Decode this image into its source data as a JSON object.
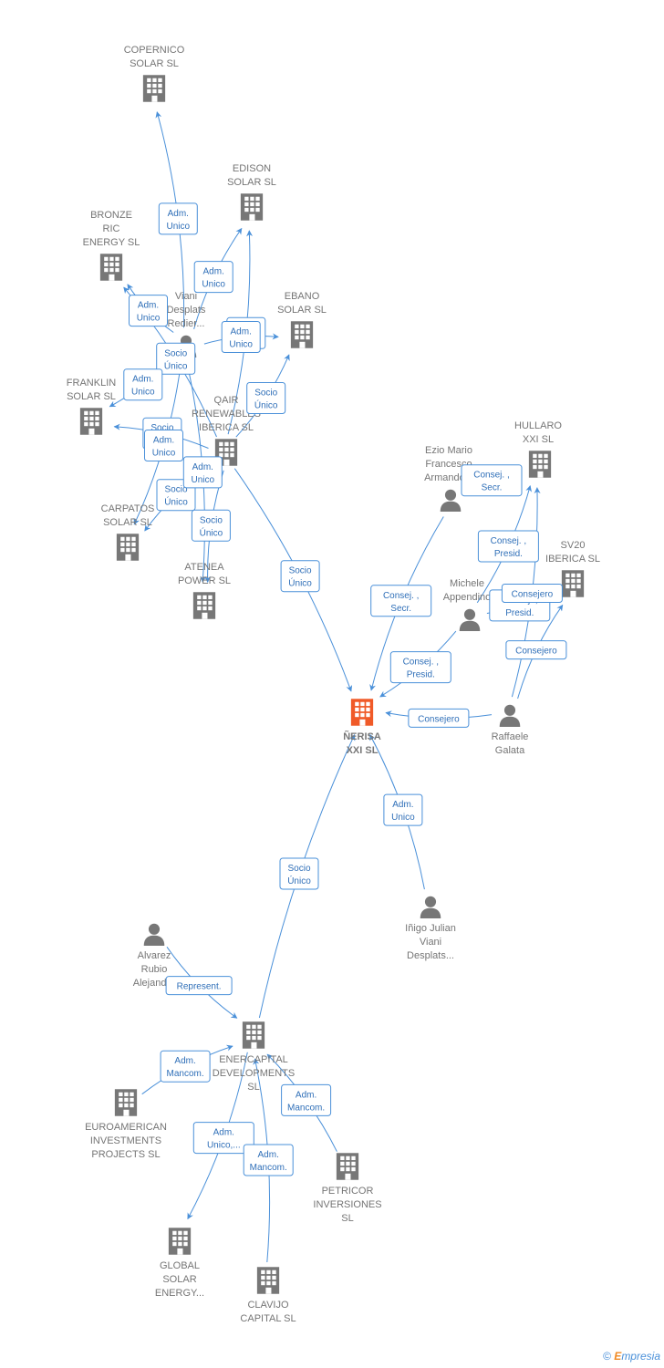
{
  "colors": {
    "edge": "#4a90d9",
    "company": "#777777",
    "central_company": "#f05a28",
    "person": "#777777",
    "label_text": "#757575"
  },
  "brand": {
    "copyright": "©",
    "initial": "E",
    "name": "mpresia"
  },
  "nodes": [
    {
      "id": "copernico",
      "type": "company",
      "lines": [
        "COPERNICO",
        "SOLAR  SL"
      ]
    },
    {
      "id": "edison",
      "type": "company",
      "lines": [
        "EDISON",
        "SOLAR  SL"
      ]
    },
    {
      "id": "bronze",
      "type": "company",
      "lines": [
        "BRONZE",
        "RIC",
        "ENERGY  SL"
      ]
    },
    {
      "id": "viani_p",
      "type": "person",
      "lines": [
        "Viani",
        "Desplats",
        "Redier..."
      ]
    },
    {
      "id": "ebano",
      "type": "company",
      "lines": [
        "EBANO",
        "SOLAR  SL"
      ]
    },
    {
      "id": "franklin",
      "type": "company",
      "lines": [
        "FRANKLIN",
        "SOLAR  SL"
      ]
    },
    {
      "id": "qair",
      "type": "company",
      "lines": [
        "QAIR",
        "RENEWABLES",
        "IBERICA  SL"
      ]
    },
    {
      "id": "carpatos",
      "type": "company",
      "lines": [
        "CARPATOS",
        "SOLAR  SL"
      ]
    },
    {
      "id": "atenea",
      "type": "company",
      "lines": [
        "ATENEA",
        "POWER  SL"
      ]
    },
    {
      "id": "ezio",
      "type": "person",
      "lines": [
        "Ezio Mario",
        "Francesco",
        "Armando..."
      ]
    },
    {
      "id": "hullaro",
      "type": "company",
      "lines": [
        "HULLARO",
        "XXI  SL"
      ]
    },
    {
      "id": "sv20",
      "type": "company",
      "lines": [
        "SV20",
        "IBERICA  SL"
      ]
    },
    {
      "id": "michele",
      "type": "person",
      "lines": [
        "Michele",
        "Appendino"
      ]
    },
    {
      "id": "nerisa",
      "type": "central",
      "lines": [
        "ÑERISA",
        "XXI  SL"
      ]
    },
    {
      "id": "raffaele",
      "type": "person",
      "lines": [
        "Raffaele",
        "Galata"
      ]
    },
    {
      "id": "inigo",
      "type": "person",
      "lines": [
        "Iñigo Julian",
        "Viani",
        "Desplats..."
      ]
    },
    {
      "id": "alvarez",
      "type": "person",
      "lines": [
        "Alvarez",
        "Rubio",
        "Alejandra"
      ]
    },
    {
      "id": "enercapital",
      "type": "company",
      "lines": [
        "ENERCAPITAL",
        "DEVELOPMENTS",
        "SL"
      ]
    },
    {
      "id": "euroamerican",
      "type": "company",
      "lines": [
        "EUROAMERICAN",
        "INVESTMENTS",
        "PROJECTS  SL"
      ]
    },
    {
      "id": "petricor",
      "type": "company",
      "lines": [
        "PETRICOR",
        "INVERSIONES",
        "SL"
      ]
    },
    {
      "id": "global",
      "type": "company",
      "lines": [
        "GLOBAL",
        "SOLAR",
        "ENERGY..."
      ]
    },
    {
      "id": "clavijo",
      "type": "company",
      "lines": [
        "CLAVIJO",
        "CAPITAL  SL"
      ]
    }
  ],
  "edges": [
    {
      "from": "viani_p",
      "to": "copernico",
      "label": [
        "Adm.",
        "Unico"
      ]
    },
    {
      "from": "viani_p",
      "to": "edison",
      "label": [
        "Adm.",
        "Unico"
      ]
    },
    {
      "from": "qair",
      "to": "edison",
      "label": [
        "Socio",
        "Único"
      ]
    },
    {
      "from": "viani_p",
      "to": "bronze",
      "label": [
        "Adm.",
        "Unico"
      ]
    },
    {
      "from": "qair",
      "to": "bronze",
      "label": [
        "Socio",
        "Único"
      ]
    },
    {
      "from": "viani_p",
      "to": "ebano",
      "label": [
        "Adm.",
        "Unico"
      ]
    },
    {
      "from": "qair",
      "to": "ebano",
      "label": [
        "Socio",
        "Único"
      ]
    },
    {
      "from": "viani_p",
      "to": "franklin",
      "label": [
        "Adm.",
        "Unico"
      ]
    },
    {
      "from": "qair",
      "to": "franklin",
      "label": [
        "Socio",
        "Único"
      ]
    },
    {
      "from": "viani_p",
      "to": "carpatos",
      "label": [
        "Adm.",
        "Unico"
      ]
    },
    {
      "from": "qair",
      "to": "carpatos",
      "label": [
        "Socio",
        "Único"
      ]
    },
    {
      "from": "viani_p",
      "to": "atenea",
      "label": [
        "Adm.",
        "Unico"
      ]
    },
    {
      "from": "qair",
      "to": "atenea",
      "label": [
        "Socio",
        "Único"
      ]
    },
    {
      "from": "qair",
      "to": "nerisa",
      "label": [
        "Socio",
        "Único"
      ]
    },
    {
      "from": "ezio",
      "to": "nerisa",
      "label": [
        "Consej. ,",
        "Secr."
      ]
    },
    {
      "from": "ezio",
      "to": "hullaro",
      "label": [
        "Consej. ,",
        "Secr."
      ]
    },
    {
      "from": "michele",
      "to": "hullaro",
      "label": [
        "Consej. ,",
        "Presid."
      ]
    },
    {
      "from": "michele",
      "to": "nerisa",
      "label": [
        "Consej. ,",
        "Presid."
      ]
    },
    {
      "from": "michele",
      "to": "sv20",
      "label": [
        "Consej. ,",
        "Presid."
      ]
    },
    {
      "from": "raffaele",
      "to": "nerisa",
      "label": [
        "Consejero"
      ]
    },
    {
      "from": "raffaele",
      "to": "hullaro",
      "label": [
        "Consejero"
      ]
    },
    {
      "from": "raffaele",
      "to": "sv20",
      "label": [
        "Consejero"
      ]
    },
    {
      "from": "inigo",
      "to": "nerisa",
      "label": [
        "Adm.",
        "Unico"
      ]
    },
    {
      "from": "enercapital",
      "to": "nerisa",
      "label": [
        "Socio",
        "Único"
      ]
    },
    {
      "from": "alvarez",
      "to": "enercapital",
      "label": [
        "Represent."
      ]
    },
    {
      "from": "euroamerican",
      "to": "enercapital",
      "label": [
        "Adm.",
        "Mancom."
      ]
    },
    {
      "from": "petricor",
      "to": "enercapital",
      "label": [
        "Adm.",
        "Mancom."
      ]
    },
    {
      "from": "enercapital",
      "to": "global",
      "label": [
        "Adm.",
        "Unico,..."
      ]
    },
    {
      "from": "clavijo",
      "to": "enercapital",
      "label": [
        "Adm.",
        "Mancom."
      ]
    }
  ]
}
